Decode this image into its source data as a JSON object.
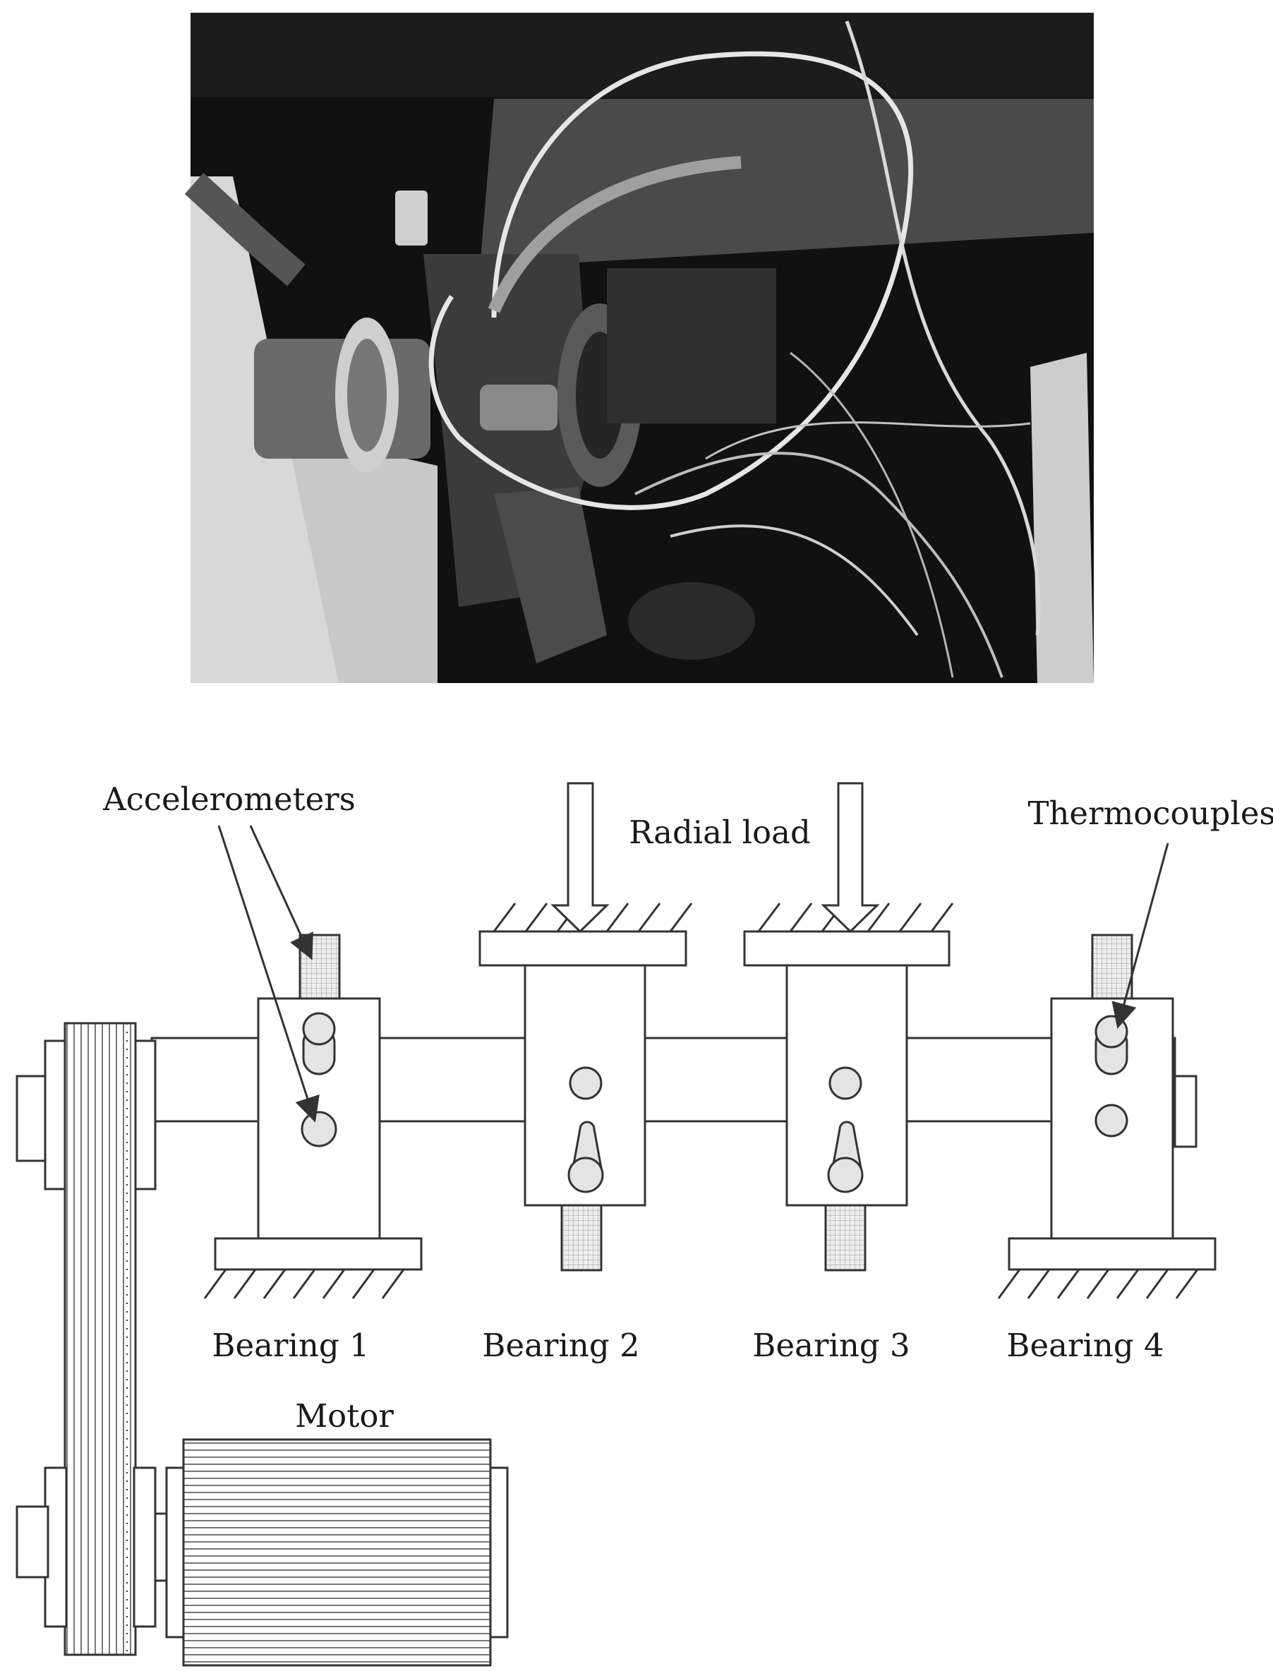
{
  "labels": {
    "accelerometers": "Accelerometers",
    "radial_load": "Radial load",
    "thermocouples": "Thermocouples",
    "motor": "Motor"
  },
  "bearings": [
    {
      "label": "Bearing 1"
    },
    {
      "label": "Bearing 2"
    },
    {
      "label": "Bearing 3"
    },
    {
      "label": "Bearing 4"
    }
  ]
}
